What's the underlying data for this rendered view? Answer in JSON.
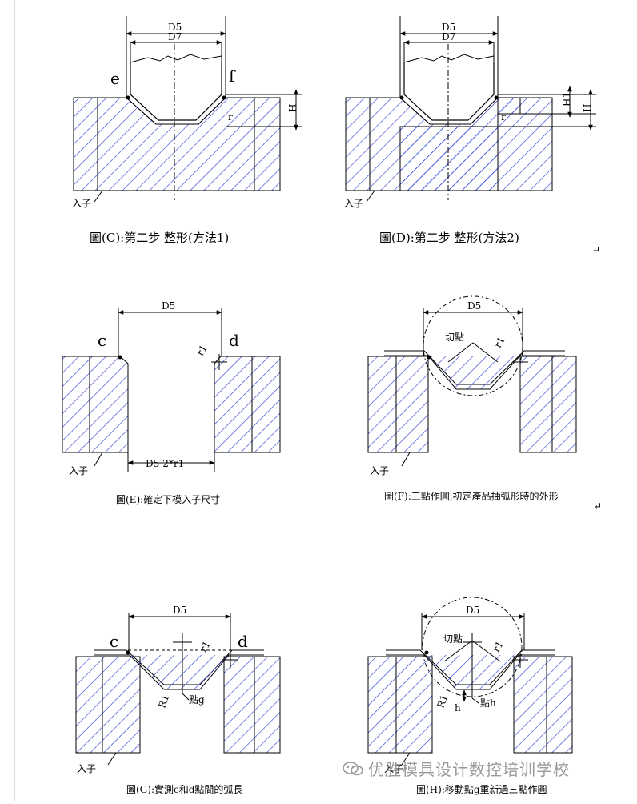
{
  "panels": {
    "C": {
      "caption": "圖(C):第二步 整形(方法1)",
      "dims": [
        "D5",
        "D7"
      ],
      "points": [
        "e",
        "f"
      ],
      "height_label": "H",
      "radius_label": "r",
      "insert_label": "入子"
    },
    "D": {
      "caption": "圖(D):第二步 整形(方法2)",
      "dims": [
        "D5",
        "D7"
      ],
      "height_labels": [
        "H1",
        "H"
      ],
      "radius_label": "r",
      "insert_label": "入子"
    },
    "E": {
      "caption": "圖(E):確定下模入子尺寸",
      "dim_top": "D5",
      "dim_bottom": "D5-2*r1",
      "points": [
        "c",
        "d"
      ],
      "radius_label": "r1",
      "insert_label": "入子"
    },
    "F": {
      "caption": "圖(F):三點作圓,初定產品抽弧形時的外形",
      "dim_top": "D5",
      "tangent_label": "切點",
      "radius_label": "r1",
      "insert_label": "入子"
    },
    "G": {
      "caption": "圖(G):實測c和d點間的弧長",
      "dim_top": "D5",
      "points": [
        "c",
        "d"
      ],
      "radius_labels": [
        "r1",
        "R1"
      ],
      "point_label": "點g",
      "insert_label": "入子"
    },
    "H": {
      "caption": "圖(H):移動點g重新過三點作圓",
      "dim_top": "D5",
      "tangent_label": "切點",
      "radius_labels": [
        "r1",
        "R1"
      ],
      "h_label": "h",
      "point_label": "點h",
      "insert_label": "入子"
    }
  },
  "return_marks": [
    "↵",
    "↵"
  ],
  "watermark": "优胜模具设计数控培训学校",
  "colors": {
    "hatch": "#3a4fd6",
    "line": "#000000",
    "watermark": "#9a9a9a"
  }
}
